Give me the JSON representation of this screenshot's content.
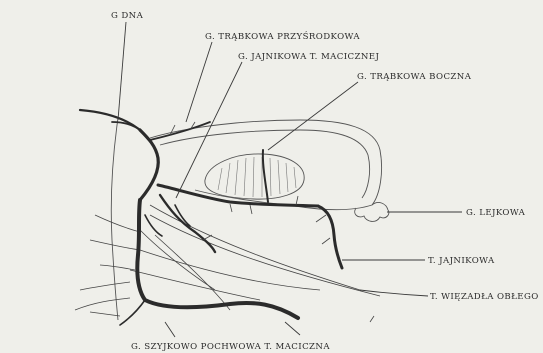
{
  "labels": {
    "dna": "G DNA",
    "trabkowa_przysrodkowa": "G. TRĄBKOWA PRZYŚRODKOWA",
    "jajnikowa_t_macicznej": "G. JAJNIKOWA T. MACICZNEJ",
    "trabkowa_boczna": "G. TRĄBKOWA BOCZNA",
    "lejkowa": "G. LEJKOWA",
    "t_jajnikowa": "T. JAJNIKOWA",
    "t_wiezadla_oblego": "T. WIĘZADŁA OBŁEGO",
    "szyjkowo_pochwowa": "G. SZYJKOWO POCHWOWA T. MACICZNA"
  }
}
